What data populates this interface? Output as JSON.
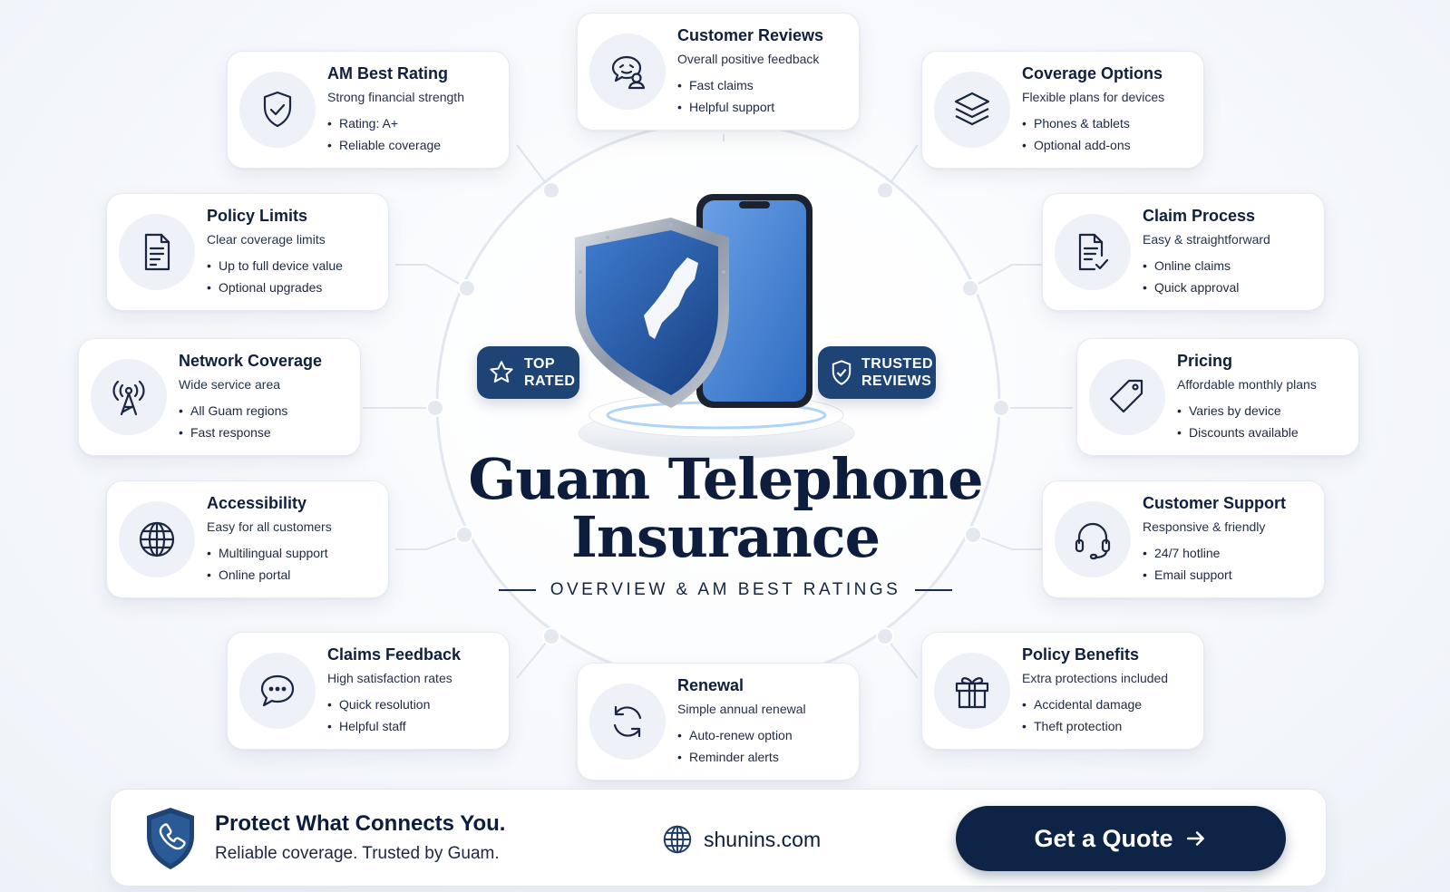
{
  "title": {
    "line1": "Guam Telephone",
    "line2": "Insurance",
    "subtitle": "OVERVIEW & AM BEST RATINGS"
  },
  "badges": {
    "top_rated": {
      "line1": "TOP",
      "line2": "RATED"
    },
    "trusted_reviews": {
      "line1": "TRUSTED",
      "line2": "REVIEWS"
    }
  },
  "cards": {
    "customer_reviews": {
      "title": "Customer Reviews",
      "subtitle": "Overall positive feedback",
      "bullets": [
        "Fast claims",
        "Helpful support"
      ],
      "icon": "reviews-person-icon"
    },
    "am_best_rating": {
      "title": "AM Best Rating",
      "subtitle": "Strong financial strength",
      "bullets": [
        "Rating: A+",
        "Reliable coverage"
      ],
      "icon": "shield-check-icon"
    },
    "coverage_options": {
      "title": "Coverage Options",
      "subtitle": "Flexible plans for devices",
      "bullets": [
        "Phones & tablets",
        "Optional add-ons"
      ],
      "icon": "layers-icon"
    },
    "policy_limits": {
      "title": "Policy Limits",
      "subtitle": "Clear coverage limits",
      "bullets": [
        "Up to full device value",
        "Optional upgrades"
      ],
      "icon": "document-icon"
    },
    "claim_process": {
      "title": "Claim Process",
      "subtitle": "Easy & straightforward",
      "bullets": [
        "Online claims",
        "Quick approval"
      ],
      "icon": "document-check-icon"
    },
    "network_coverage": {
      "title": "Network Coverage",
      "subtitle": "Wide service area",
      "bullets": [
        "All Guam regions",
        "Fast response"
      ],
      "icon": "antenna-tower-icon"
    },
    "pricing": {
      "title": "Pricing",
      "subtitle": "Affordable monthly plans",
      "bullets": [
        "Varies by device",
        "Discounts available"
      ],
      "icon": "price-tag-icon"
    },
    "accessibility": {
      "title": "Accessibility",
      "subtitle": "Easy for all customers",
      "bullets": [
        "Multilingual support",
        "Online portal"
      ],
      "icon": "globe-icon"
    },
    "customer_support": {
      "title": "Customer Support",
      "subtitle": "Responsive & friendly",
      "bullets": [
        "24/7 hotline",
        "Email support"
      ],
      "icon": "headset-icon"
    },
    "claims_feedback": {
      "title": "Claims Feedback",
      "subtitle": "High satisfaction rates",
      "bullets": [
        "Quick resolution",
        "Helpful staff"
      ],
      "icon": "chat-bubble-icon"
    },
    "renewal": {
      "title": "Renewal",
      "subtitle": "Simple annual renewal",
      "bullets": [
        "Auto-renew option",
        "Reminder alerts"
      ],
      "icon": "refresh-icon"
    },
    "policy_benefits": {
      "title": "Policy Benefits",
      "subtitle": "Extra protections included",
      "bullets": [
        "Accidental damage",
        "Theft protection"
      ],
      "icon": "gift-icon"
    }
  },
  "footer": {
    "tagline": "Protect What Connects You.",
    "subline": "Reliable coverage. Trusted by Guam.",
    "website": "shunins.com",
    "cta_label": "Get a Quote"
  },
  "colors": {
    "navy": "#0e2446",
    "shield_blue": "#1f5aa6",
    "badge_blue": "#1e4476",
    "icon_bg": "#eef1f7"
  }
}
